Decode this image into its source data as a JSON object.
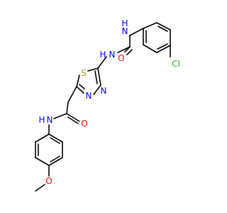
{
  "molecule": {
    "colors": {
      "bond": "#000000",
      "N": "#0000ff",
      "O": "#ff0000",
      "S": "#b8a100",
      "Cl": "#1fb51f",
      "H": "#0000ff"
    },
    "labels": {
      "NH_top_H": "H",
      "NH_top_N": "N",
      "O_urea": "O",
      "NH_mid_H": "H",
      "NH_mid_N": "N",
      "Cl": "Cl",
      "S_ring": "S",
      "N_ring_a": "N",
      "N_ring_b": "N",
      "O_amide": "O",
      "NH_amide_N": "N",
      "NH_amide_H": "H",
      "O_methoxy": "O"
    }
  }
}
